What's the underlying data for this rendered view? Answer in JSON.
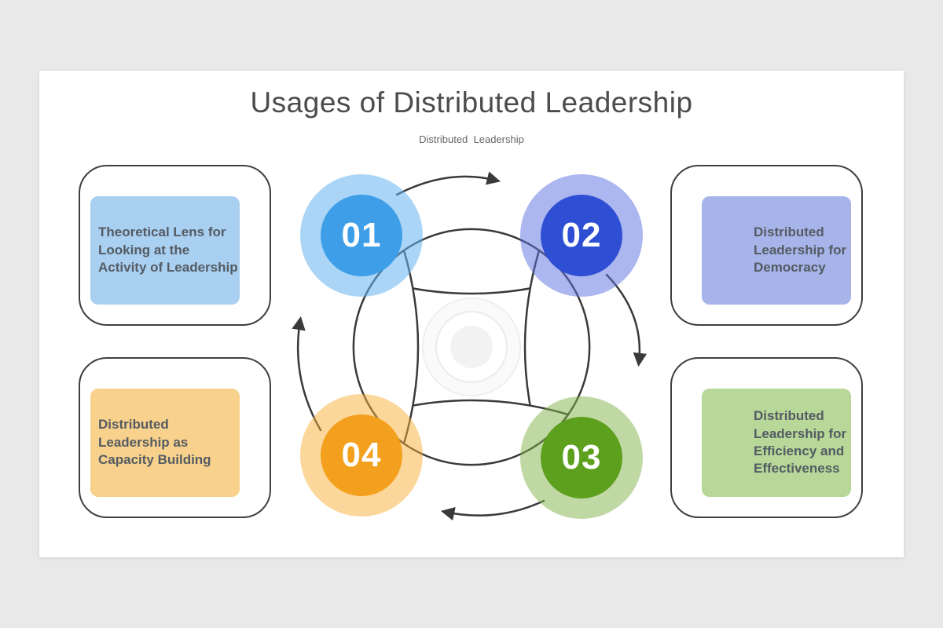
{
  "slide": {
    "title": "Usages of Distributed Leadership",
    "subtitle": "Distributed  Leadership"
  },
  "boxes": {
    "top_left": {
      "text": "Theoretical Lens for\nLooking at the\nActivity of Leadership",
      "fill": "#a9cff1"
    },
    "top_right": {
      "text": "Distributed\nLeadership for\nDemocracy",
      "fill": "#a7b4e9"
    },
    "bottom_left": {
      "text": "Distributed\nLeadership as\nCapacity Building",
      "fill": "#f8d28c"
    },
    "bottom_right": {
      "text": "Distributed\nLeadership for\nEfficiency and\nEffectiveness",
      "fill": "#b7d898"
    }
  },
  "steps": {
    "s1": {
      "number": "01",
      "color": "#3e9ee8",
      "halo": "rgba(100,178,238,0.55)"
    },
    "s2": {
      "number": "02",
      "color": "#2e4fd4",
      "halo": "rgba(90,110,224,0.50)"
    },
    "s3": {
      "number": "03",
      "color": "#5da01e",
      "halo": "rgba(130,178,72,0.50)"
    },
    "s4": {
      "number": "04",
      "color": "#f3a01e",
      "halo": "rgba(247,176,56,0.50)"
    }
  }
}
